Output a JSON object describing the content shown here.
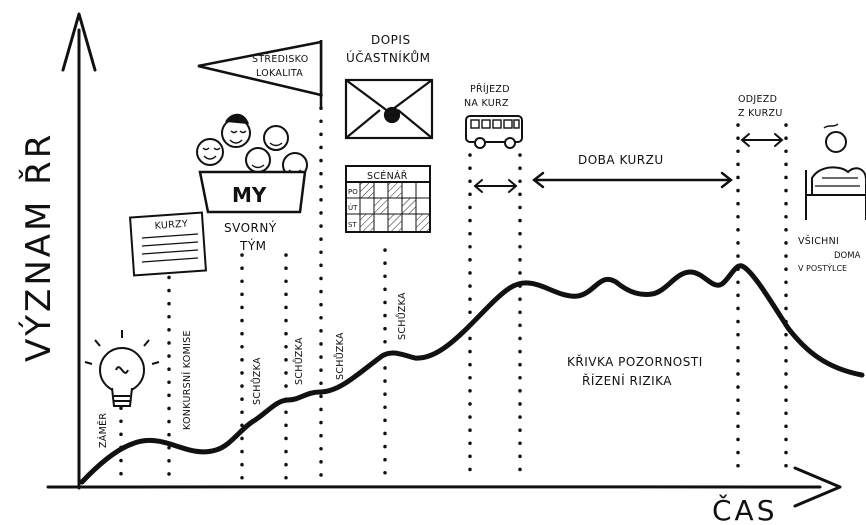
{
  "axes": {
    "y_label": "VÝZNAM ŘR",
    "x_label": "ČAS"
  },
  "labels": {
    "zamer": "ZÁMĚR",
    "kurzy": "KURZY",
    "konkursni_komise": "KONKURSNÍ KOMISE",
    "my": "MY",
    "svorny": "SVORNÝ",
    "tym": "TÝM",
    "schuzka": "SCHŮZKA",
    "stredisko": "STŘEDISKO",
    "lokalita": "LOKALITA",
    "dopis": "DOPIS",
    "ucastnikum": "ÚČASTNÍKŮM",
    "scenar": "SCÉNÁŘ",
    "prijezd": "PŘÍJEZD",
    "na_kurz": "NA KURZ",
    "doba_kurzu": "DOBA KURZU",
    "odjezd": "ODJEZD",
    "z_kurzu": "Z KURZU",
    "vsichni": "VŠICHNI",
    "doma": "DOMA",
    "v_postyli": "V POSTÝLCE",
    "krivka_1": "KŘIVKA POZORNOSTI",
    "krivka_2": "ŘÍZENÍ RIZIKA",
    "scenar_rows": [
      "PO",
      "ÚT",
      "ST"
    ]
  }
}
